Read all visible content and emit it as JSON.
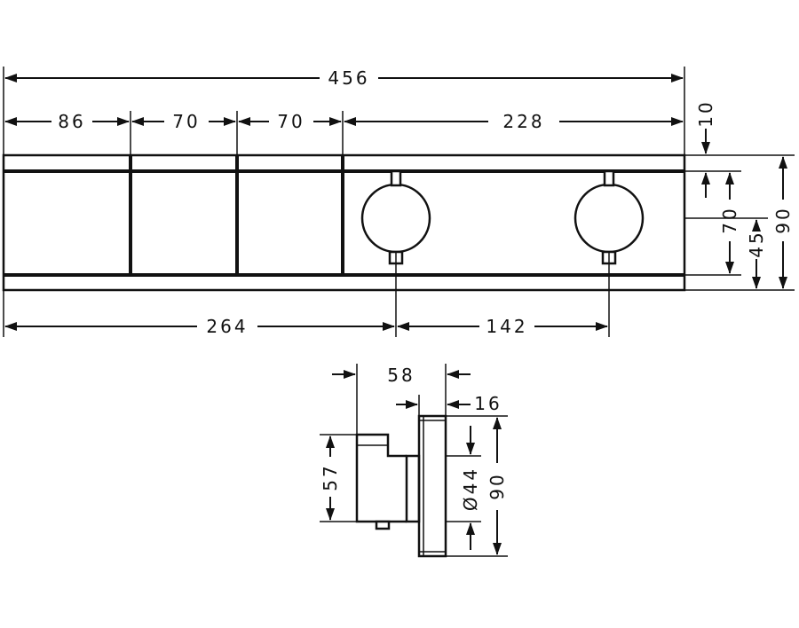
{
  "drawing": {
    "front_view": {
      "overall_width": "456",
      "segment_1": "86",
      "segment_2": "70",
      "segment_3": "70",
      "segment_4": "228",
      "top_gap": "10",
      "inner_height": "70",
      "knob_offset": "45",
      "overall_height": "90",
      "left_to_knob": "264",
      "knob_spacing": "142"
    },
    "side_view": {
      "depth_total": "58",
      "plate_thickness": "16",
      "body_height": "57",
      "knob_diameter": "Ø44",
      "plate_height": "90"
    }
  }
}
